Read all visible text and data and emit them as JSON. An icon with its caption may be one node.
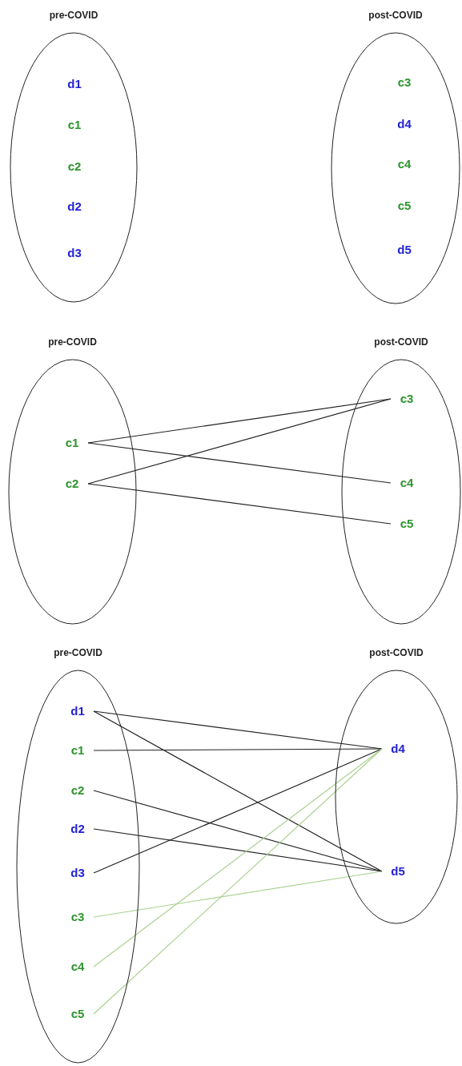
{
  "diagram": {
    "nodes": [
      {
        "text": [
          "pre-COVID"
        ]
      },
      {
        "text": [
          "d1"
        ],
        "in": 0
      },
      {
        "text": [
          "c1"
        ],
        "in": 0
      },
      {
        "text": [
          "c2"
        ],
        "in": 0
      },
      {
        "text": [
          "d2"
        ],
        "in": 0
      },
      {
        "text": [
          "d3"
        ],
        "in": 0
      },
      {
        "text": [
          "post-COVID"
        ]
      },
      {
        "text": [
          "c3"
        ],
        "in": 6
      },
      {
        "text": [
          "d4"
        ],
        "in": 6
      },
      {
        "text": [
          "c4"
        ],
        "in": 6
      },
      {
        "text": [
          "c5"
        ],
        "in": 6
      },
      {
        "text": [
          "d5"
        ],
        "in": 6
      },
      {
        "text": [
          "pre-COVID"
        ]
      },
      {
        "text": [
          "c1"
        ],
        "in": 12
      },
      {
        "text": [
          "c2"
        ],
        "in": 12
      },
      {
        "text": [
          "post-COVID"
        ]
      },
      {
        "text": [
          "c3"
        ],
        "in": 15
      },
      {
        "text": [
          "c4"
        ],
        "in": 15
      },
      {
        "text": [
          "c5"
        ],
        "in": 15
      },
      {
        "text": [
          "pre-COVID"
        ]
      },
      {
        "text": [
          "d1"
        ],
        "in": 19
      },
      {
        "text": [
          "c1"
        ],
        "in": 19
      },
      {
        "text": [
          "c2"
        ],
        "in": 19
      },
      {
        "text": [
          "d2"
        ],
        "in": 19
      },
      {
        "text": [
          "d3"
        ],
        "in": 19
      },
      {
        "text": [
          "c3"
        ],
        "in": 19
      },
      {
        "text": [
          "c4"
        ],
        "in": 19
      },
      {
        "text": [
          "c5"
        ],
        "in": 19
      },
      {
        "text": [
          "post-COVID"
        ]
      },
      {
        "text": [
          "d4"
        ],
        "in": 28
      },
      {
        "text": [
          "d5"
        ],
        "in": 28
      }
    ],
    "edges": [
      {
        "from": 13,
        "to": 16,
        "arrow": "none"
      },
      {
        "from": 13,
        "to": 17,
        "arrow": "none"
      },
      {
        "from": 14,
        "to": 16,
        "arrow": "none"
      },
      {
        "from": 14,
        "to": 18,
        "arrow": "none"
      },
      {
        "from": 20,
        "to": 29,
        "arrow": "none"
      },
      {
        "from": 20,
        "to": 30,
        "arrow": "none"
      },
      {
        "from": 21,
        "to": 29,
        "arrow": "none"
      },
      {
        "from": 22,
        "to": 30,
        "arrow": "none"
      },
      {
        "from": 23,
        "to": 30,
        "arrow": "none"
      },
      {
        "from": 24,
        "to": 29,
        "arrow": "none"
      },
      {
        "from": 25,
        "to": 30,
        "arrow": "none",
        "color": "#a9d18e"
      },
      {
        "from": 26,
        "to": 29,
        "arrow": "none",
        "color": "#a9d18e"
      },
      {
        "from": 27,
        "to": 29,
        "arrow": "none",
        "color": "#a9d18e"
      }
    ]
  }
}
